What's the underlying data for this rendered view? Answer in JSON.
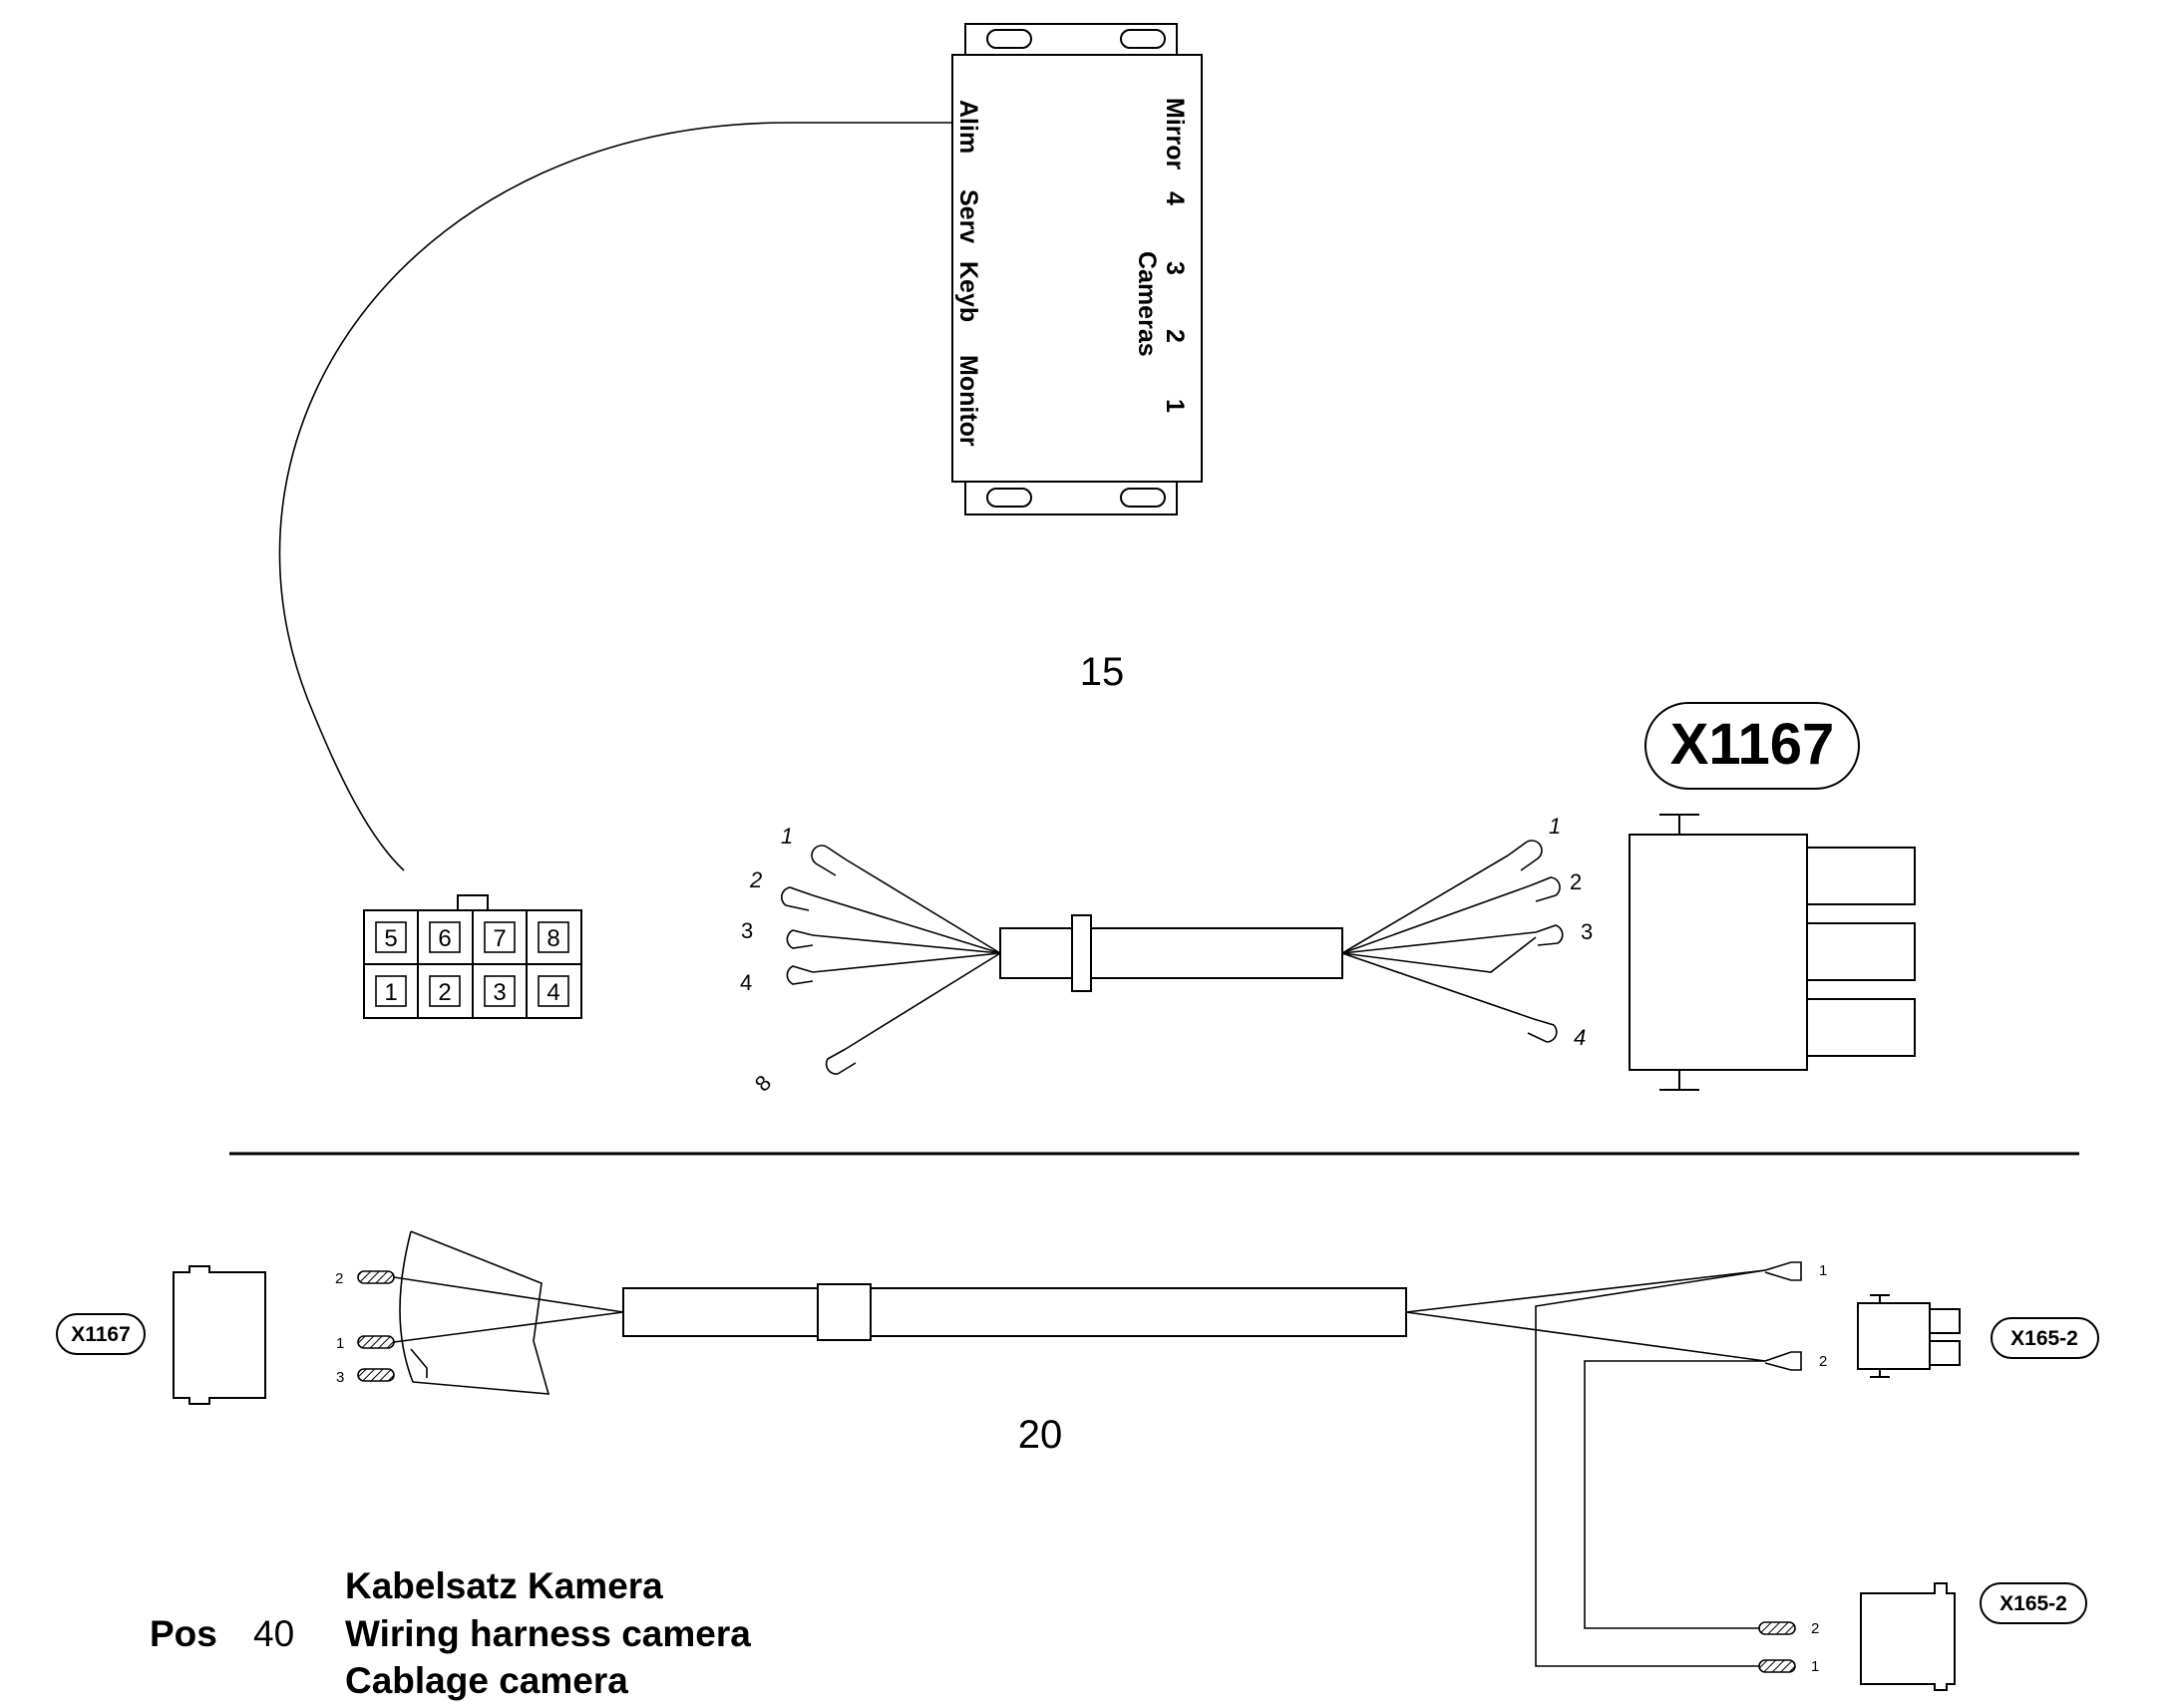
{
  "module": {
    "left_labels": [
      "Alim",
      "Serv",
      "Keyb",
      "Monitor"
    ],
    "mirror_label": "Mirror",
    "camera_numbers": [
      "4",
      "3",
      "2",
      "1"
    ],
    "cameras_label": "Cameras"
  },
  "part_numbers": {
    "upper": "15",
    "lower": "20"
  },
  "connector_8pin": {
    "top_row": [
      "5",
      "6",
      "7",
      "8"
    ],
    "bottom_row": [
      "1",
      "2",
      "3",
      "4"
    ]
  },
  "harness_15": {
    "left_pins": [
      "1",
      "2",
      "3",
      "4",
      "8"
    ],
    "right_pins": [
      "1",
      "2",
      "3",
      "4"
    ],
    "connector_label": "X1167"
  },
  "harness_20": {
    "left_connector_label": "X1167",
    "left_pins": [
      "2",
      "1",
      "3"
    ],
    "right_pins": [
      "1",
      "2"
    ],
    "right_connector_label": "X165-2",
    "bottom_pins": [
      "2",
      "1"
    ],
    "bottom_connector_label": "X165-2"
  },
  "footer": {
    "pos_label": "Pos",
    "pos_number": "40",
    "titles": [
      "Kabelsatz Kamera",
      "Wiring harness camera",
      "Cablage camera"
    ]
  }
}
